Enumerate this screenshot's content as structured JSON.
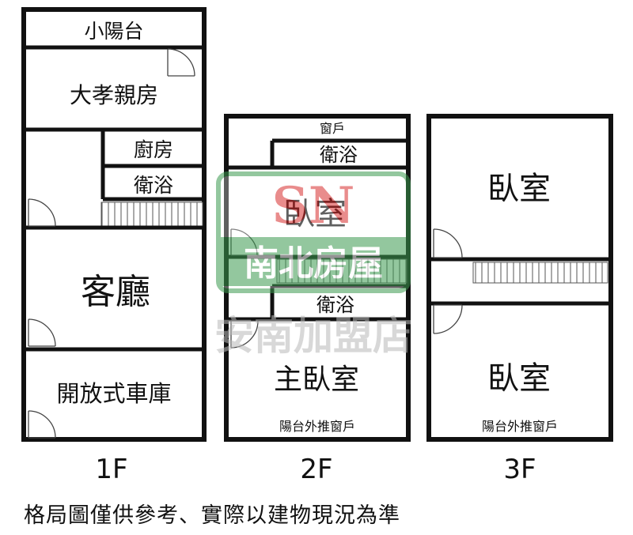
{
  "floors": [
    {
      "label": "1F",
      "rooms": {
        "balcony": "小陽台",
        "elder_room": "大孝親房",
        "kitchen": "廚房",
        "bathroom": "衛浴",
        "living_room": "客廳",
        "garage": "開放式車庫"
      }
    },
    {
      "label": "2F",
      "rooms": {
        "window": "窗戶",
        "bathroom_top": "衛浴",
        "bedroom": "臥室",
        "bathroom_mid": "衛浴",
        "master_bedroom": "主臥室",
        "window_note": "陽台外推窗戶"
      }
    },
    {
      "label": "3F",
      "rooms": {
        "bedroom_top": "臥室",
        "bedroom_bottom": "臥室",
        "window_note": "陽台外推窗戶"
      }
    }
  ],
  "watermark": {
    "logo_letters": "SN",
    "logo_name": "南北房屋",
    "branch": "安南加盟店"
  },
  "disclaimer": "格局圖僅供參考、實際以建物現況為準",
  "colors": {
    "wall": "#111111",
    "watermark_green": "#3c9a50",
    "watermark_red": "#d83030",
    "watermark_gray": "#b9b9b9"
  }
}
